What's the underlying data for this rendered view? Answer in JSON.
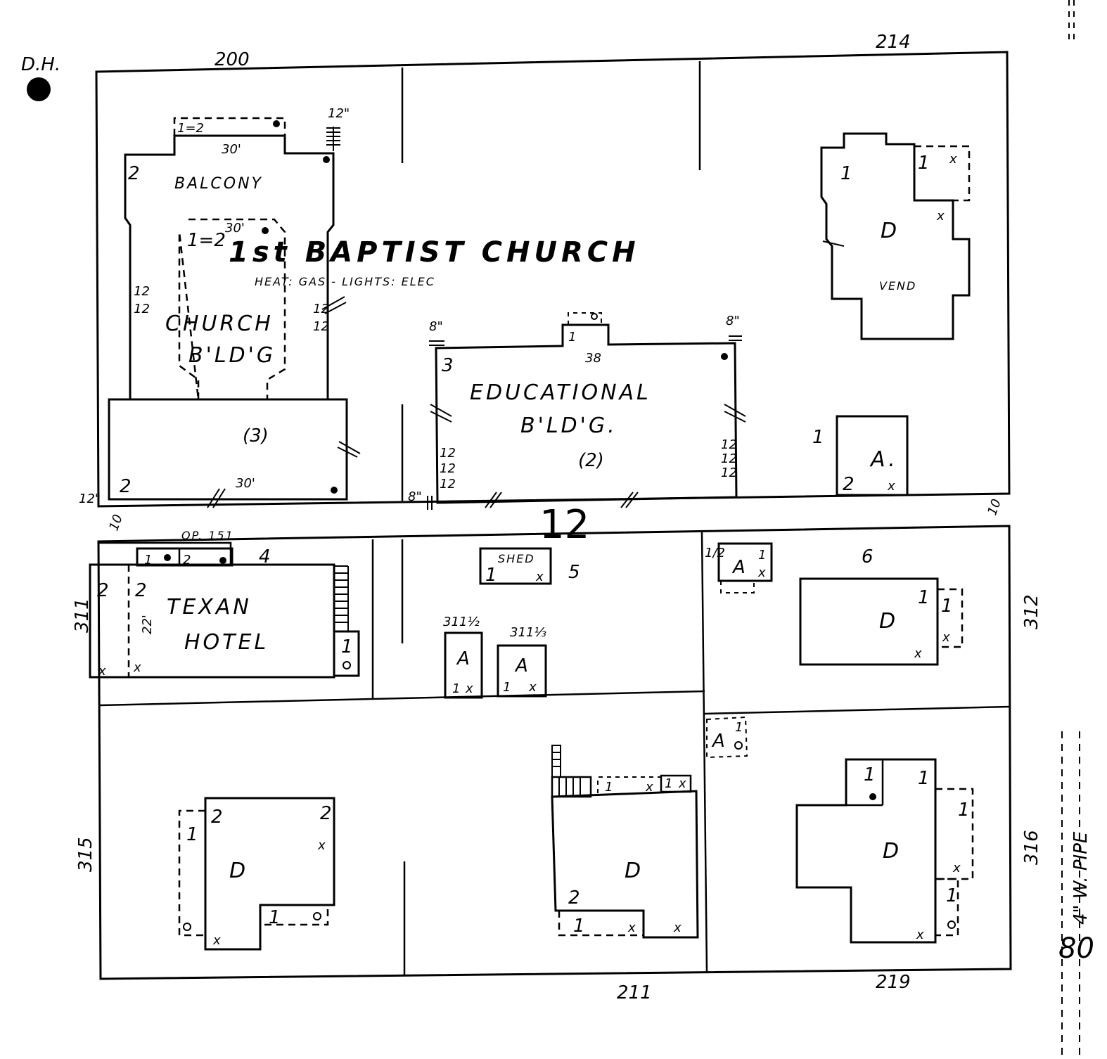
{
  "block": {
    "number": "12",
    "hydrant_label": "D.H.",
    "pipe_label": "4\" W. PIPE",
    "street_width": "80",
    "lane_widths": [
      "10",
      "10"
    ]
  },
  "addresses": {
    "a200": "200",
    "a214": "214",
    "a311": "311",
    "a312": "312",
    "a315": "315",
    "a316": "316",
    "a211": "211",
    "a219": "219",
    "a311_half": "311½",
    "a311_third": "311⅓"
  },
  "church": {
    "name": "1st BAPTIST CHURCH",
    "utilities": "HEAT: GAS - LIGHTS: ELEC",
    "balcony": "BALCONY",
    "bldg_line1": "CHURCH",
    "bldg_line2": "B'LD'G",
    "stories_3": "(3)",
    "dim_30_top": "30'",
    "dim_30_inner": "30'",
    "dim_30_bottom": "30'",
    "dim_12": "12\"",
    "ratio_top": "1=2",
    "ratio_inner": "1=2",
    "heights": "12\n12"
  },
  "educational": {
    "line1": "EDUCATIONAL",
    "line2": "B'LD'G.",
    "stories_2": "(2)",
    "dim_38": "38",
    "pipe_8_left": "8\"",
    "pipe_8_right": "8\"",
    "pipe_8_bottom": "8\""
  },
  "hotel": {
    "line1": "TEXAN",
    "line2": "HOTEL",
    "lot": "4",
    "op": "OP. 151",
    "dim_22": "22'"
  },
  "lots": {
    "five": "5",
    "six": "6"
  },
  "labels": {
    "dwelling": "D",
    "auto": "A",
    "auto_dot": "A.",
    "shed": "SHED",
    "vend": "VEND"
  }
}
